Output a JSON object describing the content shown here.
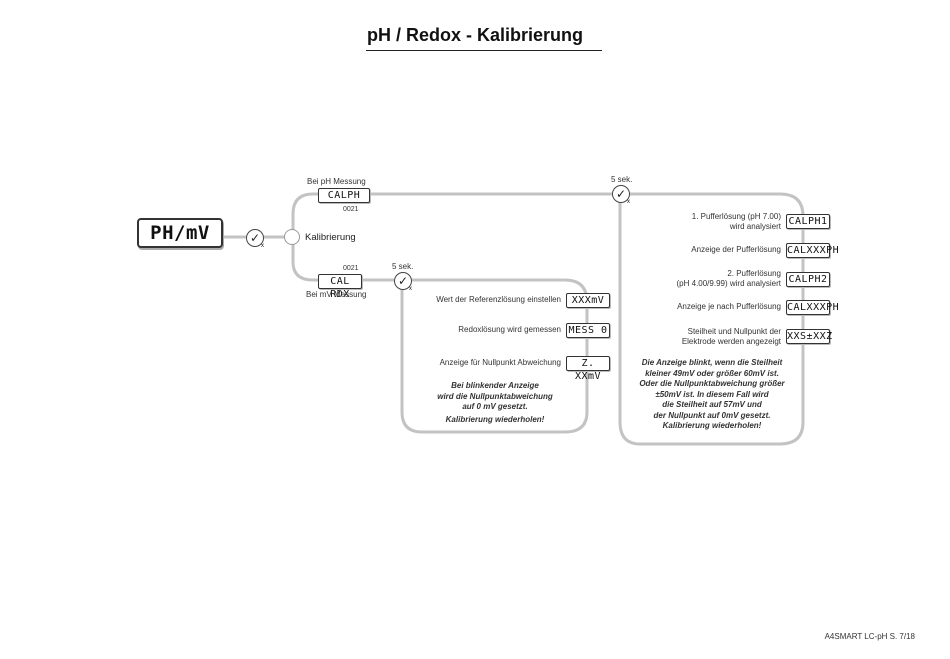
{
  "title": "pH / Redox - Kalibrierung",
  "main_display": "PH/mV",
  "center_node_label": "Kalibrierung",
  "ph_branch": {
    "caption": "Bei pH Messung",
    "display": "CALPH",
    "code": "0021",
    "timer": "5 sek."
  },
  "mv_branch": {
    "caption": "Bei mV Messung",
    "display": "CAL  RDX",
    "code": "0021",
    "timer": "5 sek."
  },
  "mv_steps": [
    {
      "label": "Wert der Referenzlösung einstellen",
      "display": "XXXmV"
    },
    {
      "label": "Redoxlösung wird gemessen",
      "display": "MESS  0"
    },
    {
      "label": "Anzeige für Nullpunkt Abweichung",
      "display": "Z. XXmV"
    }
  ],
  "mv_note": [
    "Bei blinkender Anzeige",
    "wird die Nullpunktabweichung",
    "auf 0 mV gesetzt."
  ],
  "mv_repeat": "Kalibrierung wiederholen!",
  "ph_steps": [
    {
      "label_lines": [
        "1. Pufferlösung (pH 7.00)",
        "wird analysiert"
      ],
      "display": "CALPH1"
    },
    {
      "label_lines": [
        "Anzeige der Pufferlösung"
      ],
      "display": "CALXXXPH"
    },
    {
      "label_lines": [
        "2. Pufferlösung",
        "(pH 4.00/9.99) wird analysiert"
      ],
      "display": "CALPH2"
    },
    {
      "label_lines": [
        "Anzeige je nach Pufferlösung"
      ],
      "display": "CALXXXPH"
    },
    {
      "label_lines": [
        "Steilheit und Nullpunkt der",
        "Elektrode werden angezeigt"
      ],
      "display": "XXS±XXZ"
    }
  ],
  "ph_note": [
    "Die Anzeige blinkt, wenn die Steilheit",
    "kleiner 49mV oder größer 60mV ist.",
    "Oder die Nullpunktabweichung größer",
    "±50mV ist. In diesem Fall wird",
    "die Steilheit auf 57mV und",
    "der Nullpunkt auf 0mV gesetzt."
  ],
  "ph_repeat": "Kalibrierung wiederholen!",
  "check_icon": "check-circle-icon",
  "footer": "A4SMART LC-pH   S. 7/18"
}
